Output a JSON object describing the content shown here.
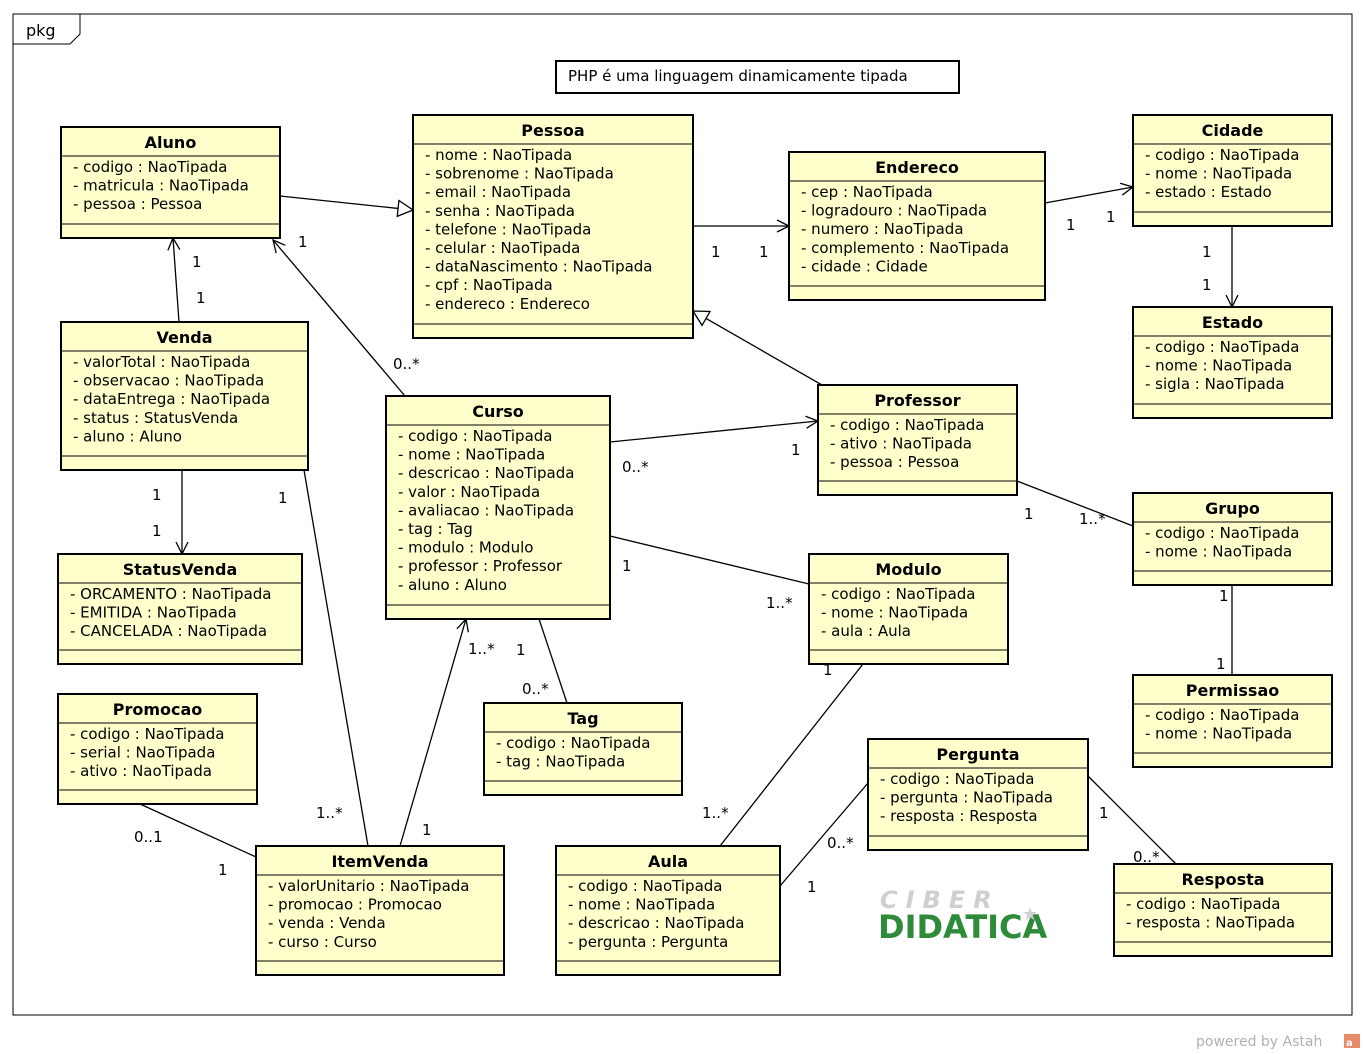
{
  "package": {
    "label": "pkg"
  },
  "note": {
    "text": "PHP é uma linguagem dinamicamente tipada"
  },
  "classes": [
    {
      "id": "aluno",
      "name": "Aluno",
      "attributes": [
        "- codigo : NaoTipada",
        "- matricula : NaoTipada",
        "- pessoa : Pessoa"
      ]
    },
    {
      "id": "pessoa",
      "name": "Pessoa",
      "attributes": [
        "- nome : NaoTipada",
        "- sobrenome : NaoTipada",
        "- email : NaoTipada",
        "- senha : NaoTipada",
        "- telefone : NaoTipada",
        "- celular : NaoTipada",
        "- dataNascimento : NaoTipada",
        "- cpf : NaoTipada",
        "- endereco : Endereco"
      ]
    },
    {
      "id": "endereco",
      "name": "Endereco",
      "attributes": [
        "- cep : NaoTipada",
        "- logradouro : NaoTipada",
        "- numero : NaoTipada",
        "- complemento : NaoTipada",
        "- cidade : Cidade"
      ]
    },
    {
      "id": "cidade",
      "name": "Cidade",
      "attributes": [
        "- codigo : NaoTipada",
        "- nome : NaoTipada",
        "- estado : Estado"
      ]
    },
    {
      "id": "estado",
      "name": "Estado",
      "attributes": [
        "- codigo : NaoTipada",
        "- nome : NaoTipada",
        "- sigla : NaoTipada"
      ]
    },
    {
      "id": "venda",
      "name": "Venda",
      "attributes": [
        "- valorTotal : NaoTipada",
        "- observacao : NaoTipada",
        "- dataEntrega : NaoTipada",
        "- status : StatusVenda",
        "- aluno : Aluno"
      ]
    },
    {
      "id": "curso",
      "name": "Curso",
      "attributes": [
        "- codigo : NaoTipada",
        "- nome : NaoTipada",
        "- descricao : NaoTipada",
        "- valor : NaoTipada",
        "- avaliacao : NaoTipada",
        "- tag : Tag",
        "- modulo : Modulo",
        "- professor : Professor",
        "- aluno : Aluno"
      ]
    },
    {
      "id": "professor",
      "name": "Professor",
      "attributes": [
        "- codigo : NaoTipada",
        "- ativo : NaoTipada",
        "- pessoa : Pessoa"
      ]
    },
    {
      "id": "grupo",
      "name": "Grupo",
      "attributes": [
        "- codigo : NaoTipada",
        "- nome : NaoTipada"
      ]
    },
    {
      "id": "statusvenda",
      "name": "StatusVenda",
      "attributes": [
        "- ORCAMENTO : NaoTipada",
        "- EMITIDA : NaoTipada",
        "- CANCELADA : NaoTipada"
      ]
    },
    {
      "id": "modulo",
      "name": "Modulo",
      "attributes": [
        "- codigo : NaoTipada",
        "- nome : NaoTipada",
        "- aula : Aula"
      ]
    },
    {
      "id": "permissao",
      "name": "Permissao",
      "attributes": [
        "- codigo : NaoTipada",
        "- nome : NaoTipada"
      ]
    },
    {
      "id": "promocao",
      "name": "Promocao",
      "attributes": [
        "- codigo : NaoTipada",
        "- serial : NaoTipada",
        "- ativo : NaoTipada"
      ]
    },
    {
      "id": "tag",
      "name": "Tag",
      "attributes": [
        "- codigo : NaoTipada",
        "- tag : NaoTipada"
      ]
    },
    {
      "id": "pergunta",
      "name": "Pergunta",
      "attributes": [
        "- codigo : NaoTipada",
        "- pergunta : NaoTipada",
        "- resposta : Resposta"
      ]
    },
    {
      "id": "itemvenda",
      "name": "ItemVenda",
      "attributes": [
        "- valorUnitario : NaoTipada",
        "- promocao : Promocao",
        "- venda : Venda",
        "- curso : Curso"
      ]
    },
    {
      "id": "aula",
      "name": "Aula",
      "attributes": [
        "- codigo : NaoTipada",
        "- nome : NaoTipada",
        "- descricao : NaoTipada",
        "- pergunta : Pergunta"
      ]
    },
    {
      "id": "resposta",
      "name": "Resposta",
      "attributes": [
        "- codigo : NaoTipada",
        "- resposta : NaoTipada"
      ]
    }
  ],
  "relations": [
    {
      "id": "aluno-pessoa",
      "kind": "generalization",
      "from": "aluno",
      "to": "pessoa",
      "labels": []
    },
    {
      "id": "professor-pessoa",
      "kind": "generalization",
      "from": "professor",
      "to": "pessoa",
      "labels": []
    },
    {
      "id": "pessoa-endereco",
      "kind": "navigable",
      "from": "pessoa",
      "to": "endereco",
      "labels": [
        "1",
        "1"
      ]
    },
    {
      "id": "endereco-cidade",
      "kind": "navigable",
      "from": "endereco",
      "to": "cidade",
      "labels": [
        "1",
        "1"
      ]
    },
    {
      "id": "cidade-estado",
      "kind": "navigable",
      "from": "cidade",
      "to": "estado",
      "labels": [
        "1",
        "1"
      ]
    },
    {
      "id": "venda-aluno",
      "kind": "navigable",
      "from": "venda",
      "to": "aluno",
      "labels": [
        "1",
        "1"
      ]
    },
    {
      "id": "curso-aluno",
      "kind": "navigable",
      "from": "curso",
      "to": "aluno",
      "labels": [
        "0..*",
        "1"
      ]
    },
    {
      "id": "venda-statusvenda",
      "kind": "navigable",
      "from": "venda",
      "to": "statusvenda",
      "labels": [
        "1",
        "1"
      ]
    },
    {
      "id": "curso-professor",
      "kind": "navigable",
      "from": "curso",
      "to": "professor",
      "labels": [
        "0..*",
        "1"
      ]
    },
    {
      "id": "professor-grupo",
      "kind": "association",
      "from": "professor",
      "to": "grupo",
      "labels": [
        "1",
        "1..*"
      ]
    },
    {
      "id": "curso-modulo",
      "kind": "association",
      "from": "curso",
      "to": "modulo",
      "labels": [
        "1",
        "1..*"
      ]
    },
    {
      "id": "grupo-permissao",
      "kind": "association",
      "from": "grupo",
      "to": "permissao",
      "labels": [
        "1",
        "1"
      ]
    },
    {
      "id": "curso-tag",
      "kind": "association",
      "from": "curso",
      "to": "tag",
      "labels": [
        "1",
        "0..*"
      ]
    },
    {
      "id": "itemvenda-curso",
      "kind": "navigable",
      "from": "itemvenda",
      "to": "curso",
      "labels": [
        "1",
        "1..*"
      ]
    },
    {
      "id": "venda-itemvenda",
      "kind": "association",
      "from": "venda",
      "to": "itemvenda",
      "labels": [
        "1",
        "1..*"
      ]
    },
    {
      "id": "promocao-itemvenda",
      "kind": "association",
      "from": "promocao",
      "to": "itemvenda",
      "labels": [
        "0..1",
        "1"
      ]
    },
    {
      "id": "modulo-aula",
      "kind": "association",
      "from": "modulo",
      "to": "aula",
      "labels": [
        "1",
        "1..*"
      ]
    },
    {
      "id": "aula-pergunta",
      "kind": "association",
      "from": "aula",
      "to": "pergunta",
      "labels": [
        "1",
        "0..*"
      ]
    },
    {
      "id": "pergunta-resposta",
      "kind": "association",
      "from": "pergunta",
      "to": "resposta",
      "labels": [
        "1",
        "0..*"
      ]
    }
  ],
  "watermark": {
    "line1": "CIBER",
    "line2": "DIDATICA"
  },
  "footer": {
    "text": "powered by Astah"
  },
  "colors": {
    "class_fill": "#ffffcc",
    "line": "#000000",
    "watermark_gray": "#cfcfcf",
    "watermark_green": "#2e8b3a",
    "footer_gray": "#b0b0b0"
  }
}
